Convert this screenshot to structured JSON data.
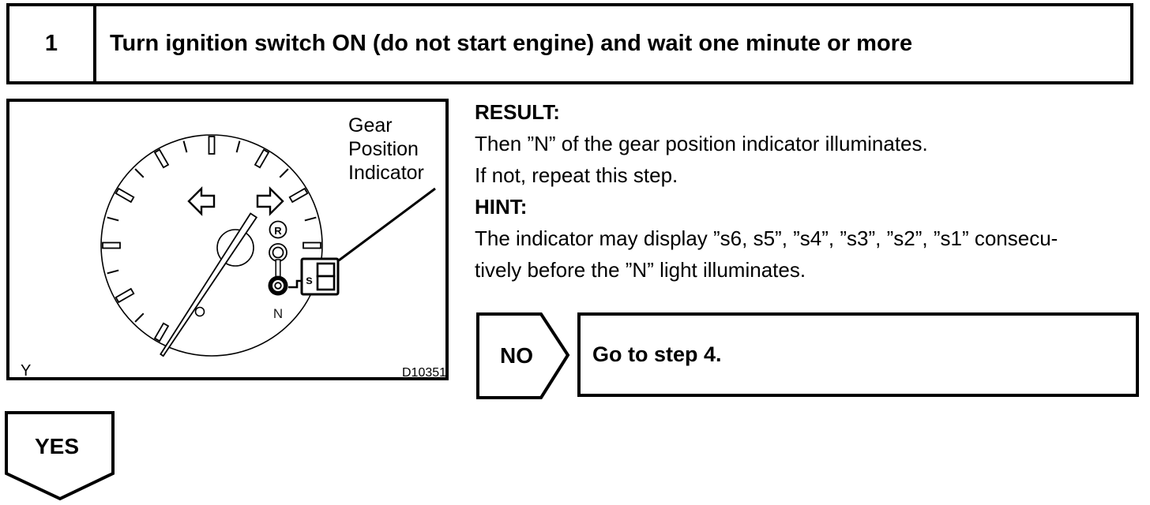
{
  "colors": {
    "ink": "#000000",
    "paper": "#ffffff"
  },
  "step_header": {
    "number": "1",
    "instruction": "Turn ignition switch ON (do not start engine) and wait one minute or more"
  },
  "figure": {
    "callout_label_lines": [
      "Gear",
      "Position",
      "Indicator"
    ],
    "indicator_r": "R",
    "indicator_n_letter": "N",
    "display_letter": "s",
    "corner_letter": "Y",
    "drawing_number": "D10351"
  },
  "result_section": {
    "result_label": "RESULT:",
    "result_line_1": "Then ”N” of the gear position indicator illuminates.",
    "result_line_2": "If not, repeat this step.",
    "hint_label": "HINT:",
    "hint_line_1": "The indicator may display ”s6, s5”, ”s4”, ”s3”, ”s2”, ”s1” consecu-",
    "hint_line_2": "tively before the ”N” light illuminates."
  },
  "no_branch": {
    "label": "NO",
    "action": "Go to step 4."
  },
  "yes_branch": {
    "label": "YES"
  }
}
